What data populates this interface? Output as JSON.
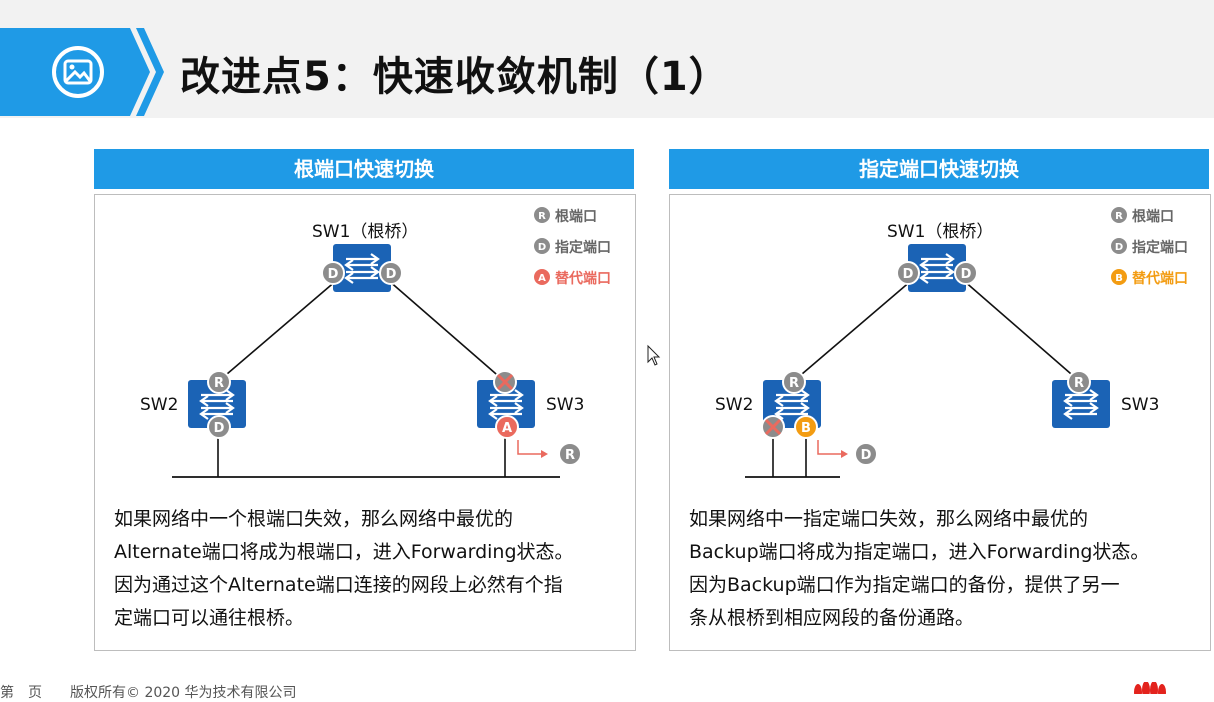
{
  "title": "改进点5：快速收敛机制（1）",
  "left_panel": {
    "header": "根端口快速切换",
    "legend": [
      {
        "badge": "R",
        "label": "根端口",
        "color": "#8c8c8c"
      },
      {
        "badge": "D",
        "label": "指定端口",
        "color": "#8c8c8c"
      },
      {
        "badge": "A",
        "label": "替代端口",
        "color": "#ea6a5e"
      }
    ],
    "switches": {
      "sw1": "SW1（根桥）",
      "sw2": "SW2",
      "sw3": "SW3"
    },
    "description": [
      "如果网络中一个根端口失效，那么网络中最优的",
      "Alternate端口将成为根端口，进入Forwarding状态。",
      "因为通过这个Alternate端口连接的网段上必然有个指",
      "定端口可以通往根桥。"
    ]
  },
  "right_panel": {
    "header": "指定端口快速切换",
    "legend": [
      {
        "badge": "R",
        "label": "根端口",
        "color": "#8c8c8c"
      },
      {
        "badge": "D",
        "label": "指定端口",
        "color": "#8c8c8c"
      },
      {
        "badge": "B",
        "label": "替代端口",
        "color": "#f39c12"
      }
    ],
    "switches": {
      "sw1": "SW1（根桥）",
      "sw2": "SW2",
      "sw3": "SW3"
    },
    "description": [
      "如果网络中一指定端口失效，那么网络中最优的",
      "Backup端口将成为指定端口，进入Forwarding状态。",
      "因为Backup端口作为指定端口的备份，提供了另一",
      "条从根桥到相应网段的备份通路。"
    ]
  },
  "colors": {
    "accent": "#1f9ae6",
    "switch": "#1b63b5",
    "port_gray": "#8c8c8c",
    "alternate": "#ea6a5e",
    "backup": "#f39c12"
  },
  "footer": "第　页　　版权所有© 2020 华为技术有限公司"
}
